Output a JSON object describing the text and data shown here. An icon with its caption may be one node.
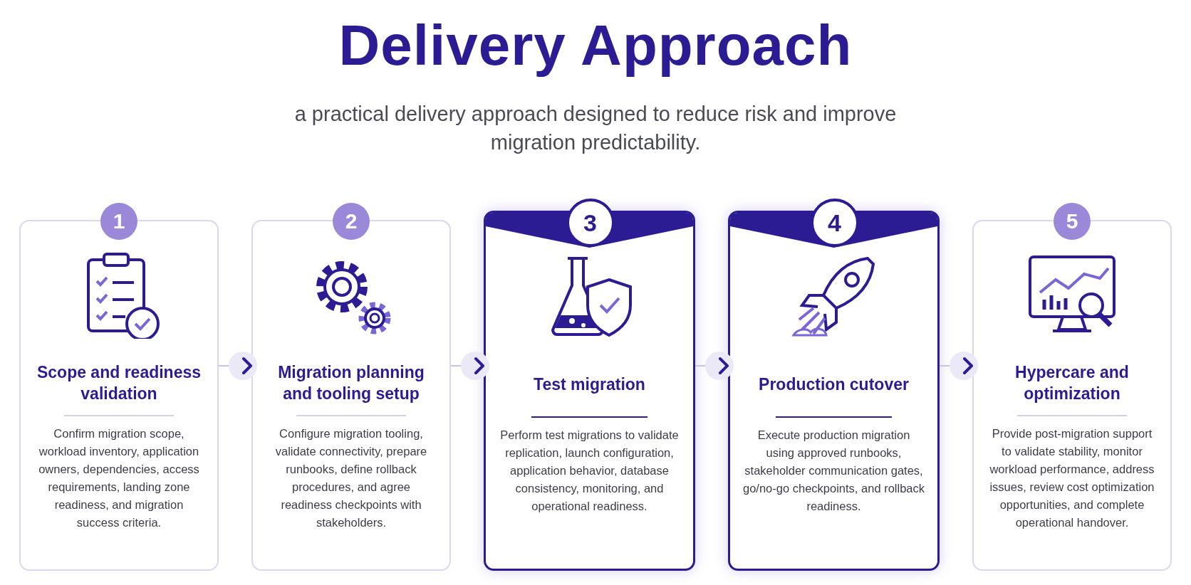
{
  "diagram": {
    "title": "Delivery Approach",
    "nodes": [
      {
        "text": [
          "1",
          "Scope and readiness validation",
          "Confirm migration scope, workload inventory, application owners, dependencies, access requirements, landing zone readiness, and migration success criteria."
        ]
      },
      {
        "text": [
          "2",
          "Migration planning and tooling setup",
          "Configure migration tooling, validate connectivity, prepare runbooks, define rollback procedures, and agree readiness checkpoints with stakeholders."
        ]
      },
      {
        "text": [
          "3",
          "Test migration",
          "Perform test migrations to validate replication, launch configuration, application behavior, database consistency, monitoring, and operational readiness."
        ]
      },
      {
        "text": [
          "4",
          "Production cutover",
          "Execute production migration using approved runbooks, stakeholder communication gates, go/no-go checkpoints, and rollback readiness."
        ]
      },
      {
        "text": [
          "5",
          "Hypercare and optimization",
          "Provide post-migration support to validate stability, monitor workload performance, address issues, review cost optimization opportunities, and complete operational handover."
        ]
      }
    ],
    "edges": [
      {
        "from": 0,
        "to": 1,
        "arrow": "to"
      },
      {
        "from": 1,
        "to": 2,
        "arrow": "to"
      },
      {
        "from": 2,
        "to": 3,
        "arrow": "to"
      },
      {
        "from": 3,
        "to": 4,
        "arrow": "to"
      }
    ],
    "labels": [
      "a practical delivery approach designed to reduce risk and improve migration predictability."
    ]
  }
}
